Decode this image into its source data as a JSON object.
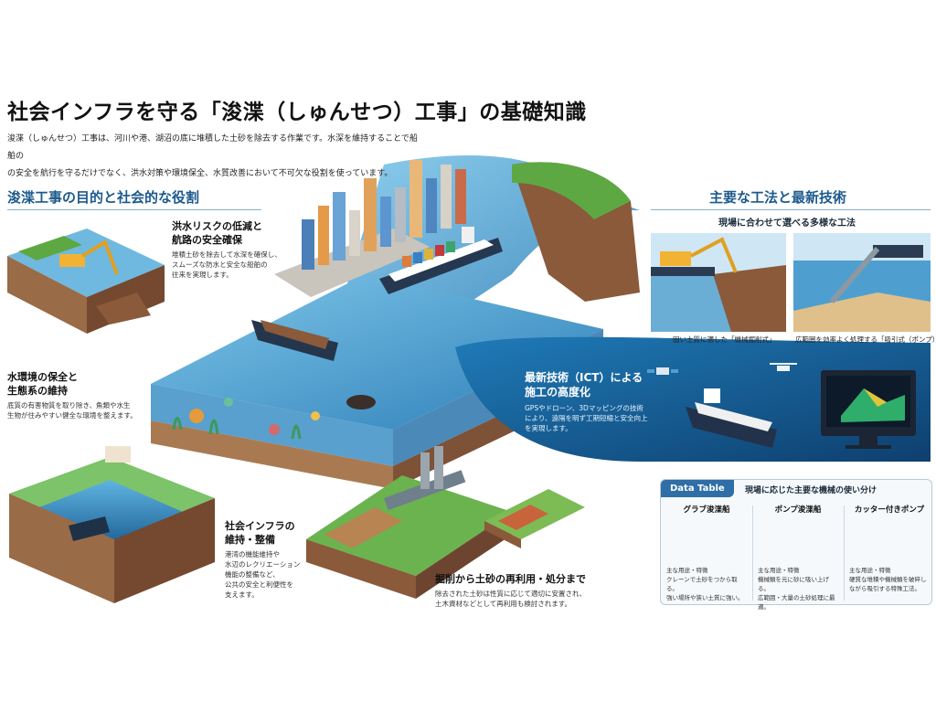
{
  "header": {
    "title": "社会インフラを守る「浚渫（しゅんせつ）工事」の基礎知識",
    "intro": [
      "浚渫（しゅんせつ）工事は、河川や港、湖沼の底に堆積した土砂を除去する作業です。水深を維持することで船舶の",
      "の安全を航行を守るだけでなく、洪水対策や環境保全、水質改善において不可欠な役割を使っています。"
    ]
  },
  "left_section": {
    "heading": "浚渫工事の目的と社会的な役割",
    "flood": {
      "title": [
        "洪水リスクの低減と",
        "航路の安全確保"
      ],
      "body": [
        "堆積土砂を除去して水深を確保し、",
        "スムーズな防水と安全な船舶の",
        "往来を実現します。"
      ]
    },
    "env": {
      "title": [
        "水環境の保全と",
        "生態系の維持"
      ],
      "body": [
        "底質の有害物質を取り除き、魚類や水生",
        "生物が住みやすい健全な環境を整えます。"
      ]
    },
    "infra": {
      "title": [
        "社会インフラの",
        "維持・整備"
      ],
      "body": [
        "港湾の機能維持や",
        "水辺のレクリエーション",
        "機能の整備など、",
        "公共の安全と利便性を",
        "支えます。"
      ]
    },
    "reuse": {
      "title": "掘削から土砂の再利用・処分まで",
      "body": [
        "除去された土砂は性質に応じて適切に安置され、",
        "土木資材などとして再利用も検討されます。"
      ]
    }
  },
  "right_section": {
    "heading": "主要な工法と最新技術",
    "subheading": "現場に合わせて選べる多様な工法",
    "methods": [
      {
        "caption": "固い土質に適した「機械掘削式」"
      },
      {
        "caption": "広範囲を効率よく処理する「吸引式（ポンプ）」"
      }
    ],
    "ict": {
      "title": [
        "最新技術（ICT）による",
        "施工の高度化"
      ],
      "body": [
        "GPSやドローン、3Dマッピングの技術",
        "により、遠隔を明ず工期短縮と安全向上",
        "を実現します。"
      ]
    }
  },
  "data_table": {
    "badge": "Data Table",
    "heading": "現場に応じた主要な機械の使い分け",
    "columns": [
      {
        "title": "グラブ浚渫船",
        "body": [
          "主な用途・特徴",
          "クレーンで土砂をつから取る。",
          "強い場所や狭い土質に強い。"
        ]
      },
      {
        "title": "ポンプ浚渫船",
        "body": [
          "主な用途・特徴",
          "機械類を元に砂に吸い上げる。",
          "広範囲・大量の土砂処理に最適。"
        ]
      },
      {
        "title": "カッター付きポンプ",
        "body": [
          "主な用途・特徴",
          "硬質な堆積や機械類を破碎し",
          "ながら吸引する特殊工法。"
        ]
      }
    ]
  },
  "colors": {
    "accent": "#1d5a8c",
    "water": "#3f9bd0",
    "soil": "#8a5a3a",
    "grass": "#5ea843"
  }
}
